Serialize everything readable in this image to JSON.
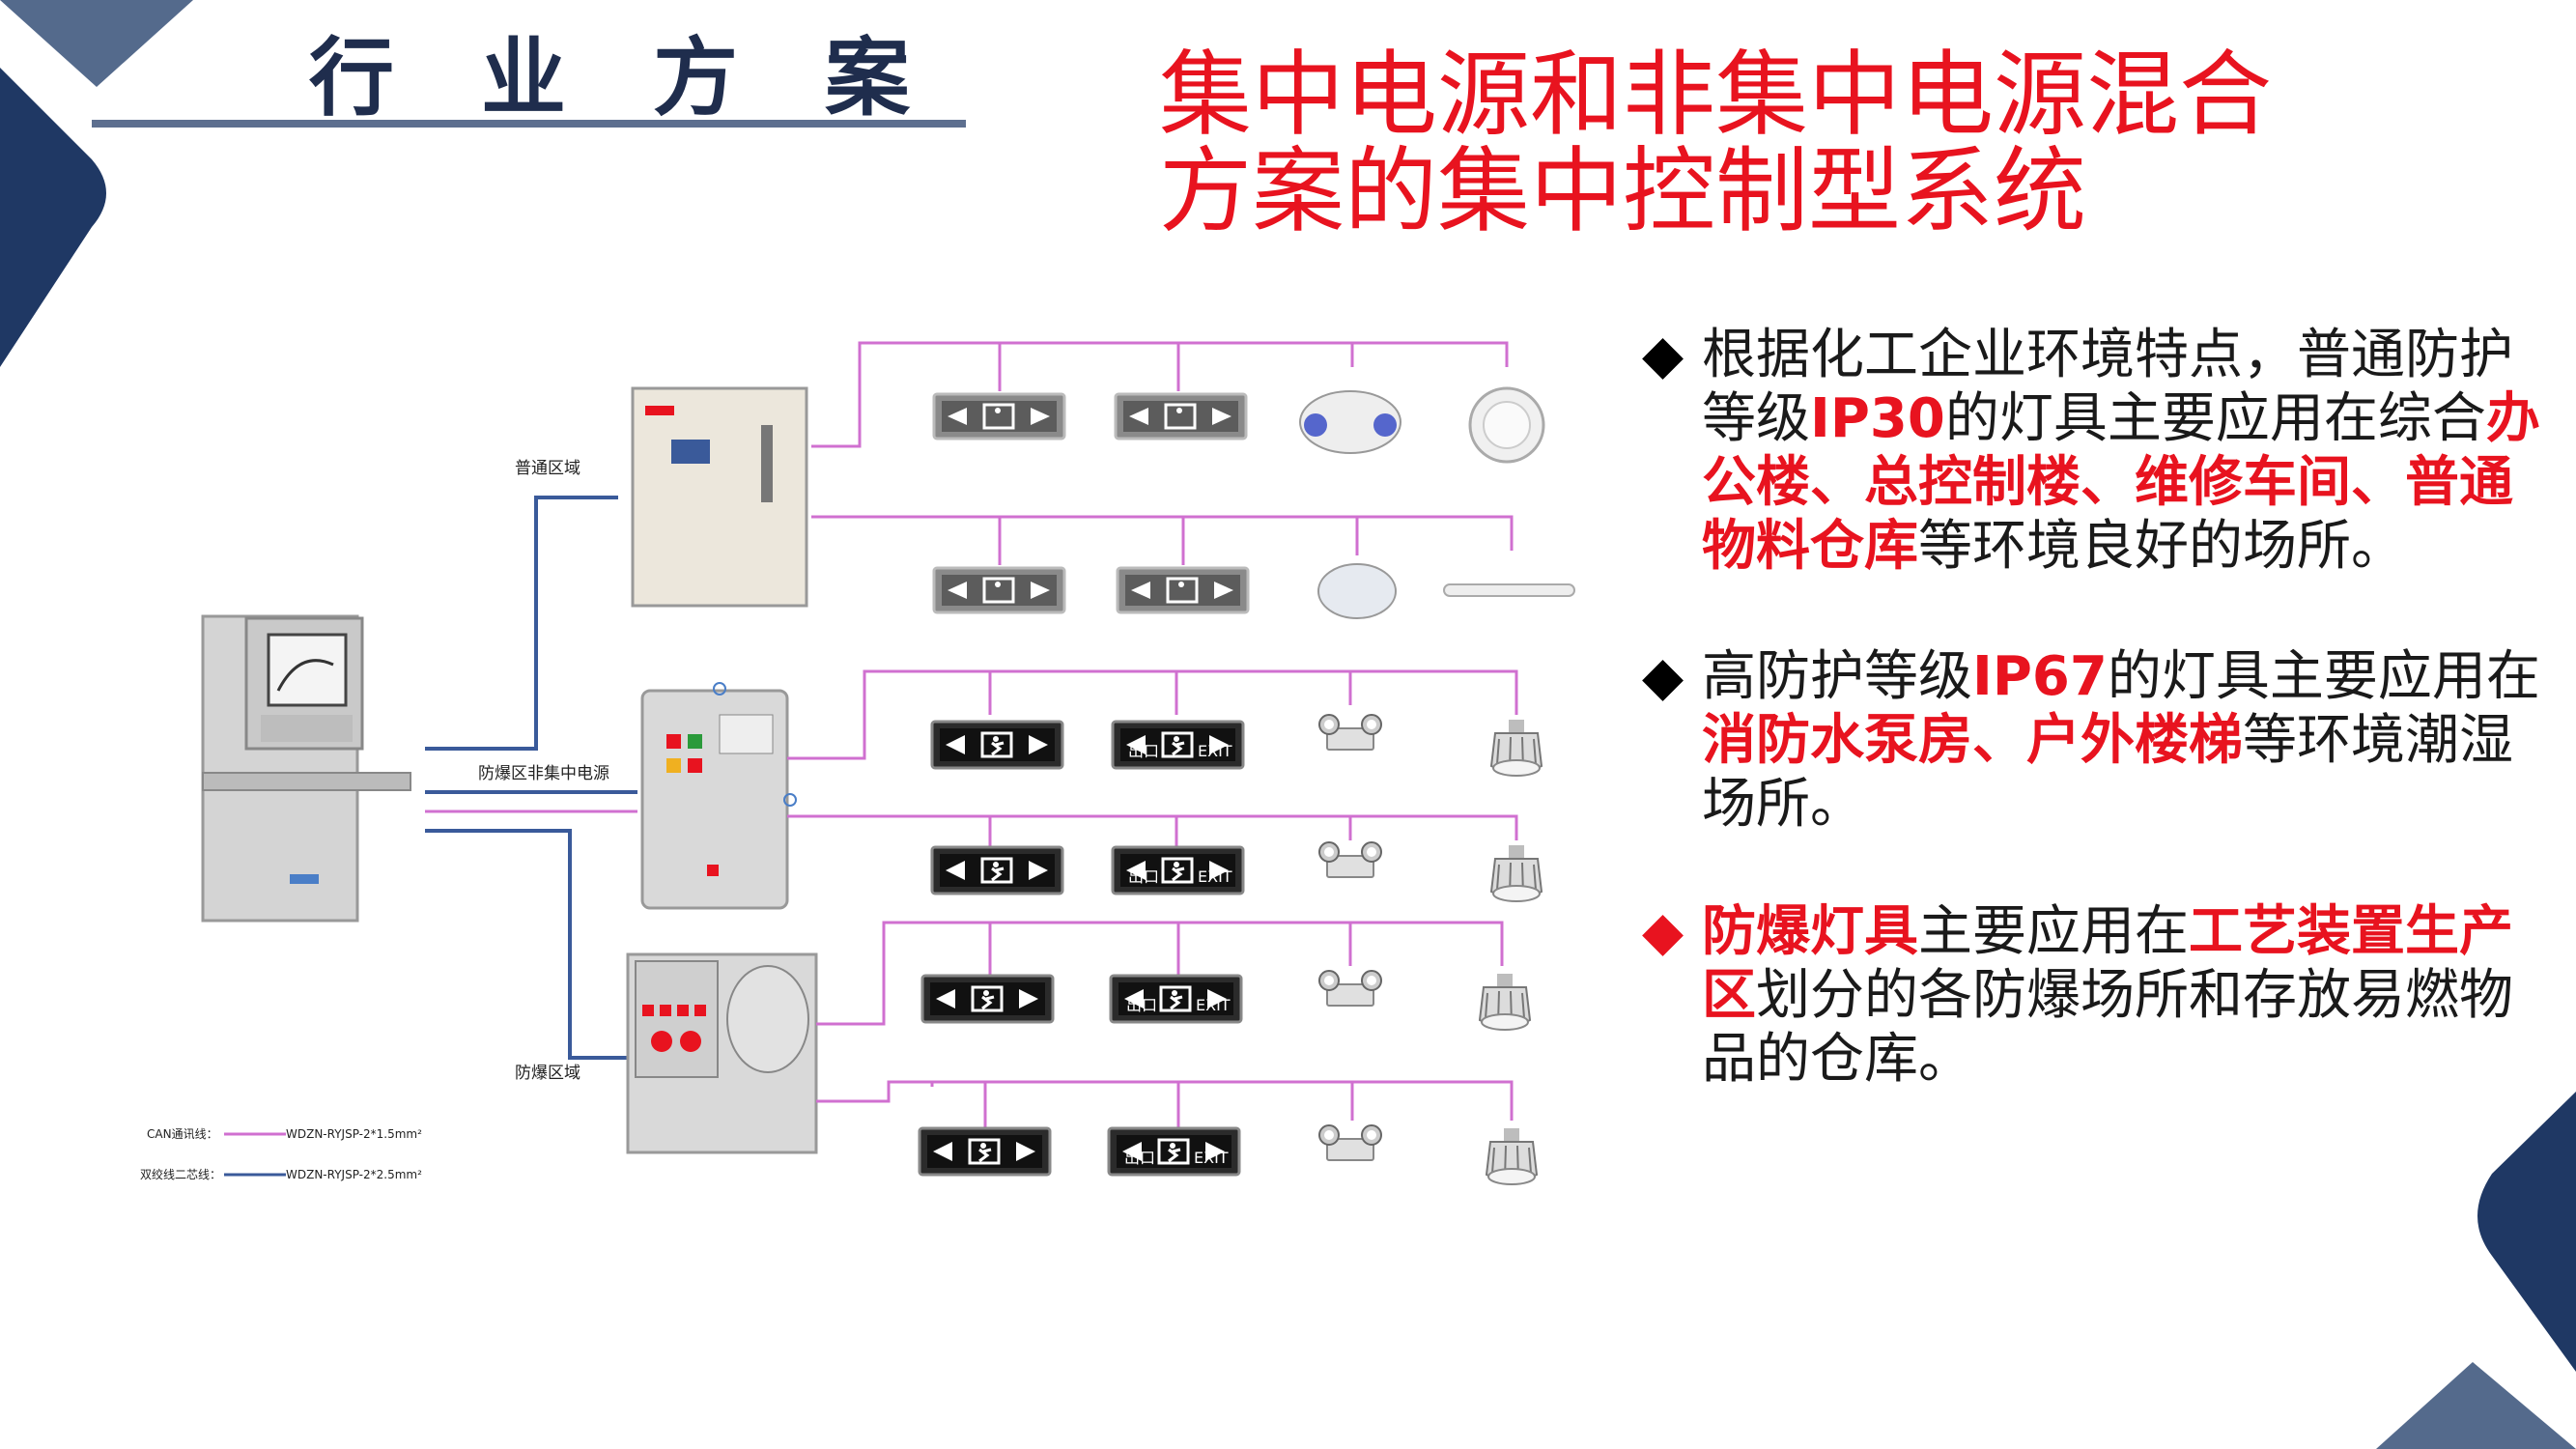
{
  "header": {
    "title": "行业方案"
  },
  "title": {
    "line1": "集中电源和非集中电源混合",
    "line2": "方案的集中控制型系统"
  },
  "diagram": {
    "zone_general": "普通区域",
    "zone_non_central": "防爆区非集中电源",
    "zone_explosion": "防爆区域",
    "legend_can_label": "CAN通讯线：",
    "legend_can_spec": "WDZN-RYJSP-2*1.5mm²",
    "legend_power_label": "双绞线二芯线：",
    "legend_power_spec": "WDZN-RYJSP-2*2.5mm²",
    "sign_exit_text": "出口",
    "sign_exit_en": "EXIT"
  },
  "bullets": [
    {
      "marker": "◆",
      "marker_color": "#000000",
      "parts": [
        {
          "text": "根据化工企业环境特点，普通防护等级",
          "red": false
        },
        {
          "text": "IP30",
          "red": true
        },
        {
          "text": "的灯具主要应用在综合",
          "red": false
        },
        {
          "text": "办公楼、总控制楼、维修车间、普通物料仓库",
          "red": true
        },
        {
          "text": "等环境良好的场所。",
          "red": false
        }
      ]
    },
    {
      "marker": "◆",
      "marker_color": "#000000",
      "parts": [
        {
          "text": "高防护等级",
          "red": false
        },
        {
          "text": "IP67",
          "red": true
        },
        {
          "text": "的灯具主要应用在",
          "red": false
        },
        {
          "text": "消防水泵房、户外楼梯",
          "red": true
        },
        {
          "text": "等环境潮湿场所。",
          "red": false
        }
      ]
    },
    {
      "marker": "◆",
      "marker_color": "#e8131f",
      "parts": [
        {
          "text": "防爆灯具",
          "red": true
        },
        {
          "text": "主要应用在",
          "red": false
        },
        {
          "text": "工艺装置生产区",
          "red": true
        },
        {
          "text": "划分的各防爆场所和存放易燃物品的仓库。",
          "red": false
        }
      ]
    }
  ],
  "colors": {
    "accent_red": "#e8131f",
    "navy": "#1f3864",
    "line_pink": "#d070d0",
    "line_blue": "#3a5a9a"
  }
}
